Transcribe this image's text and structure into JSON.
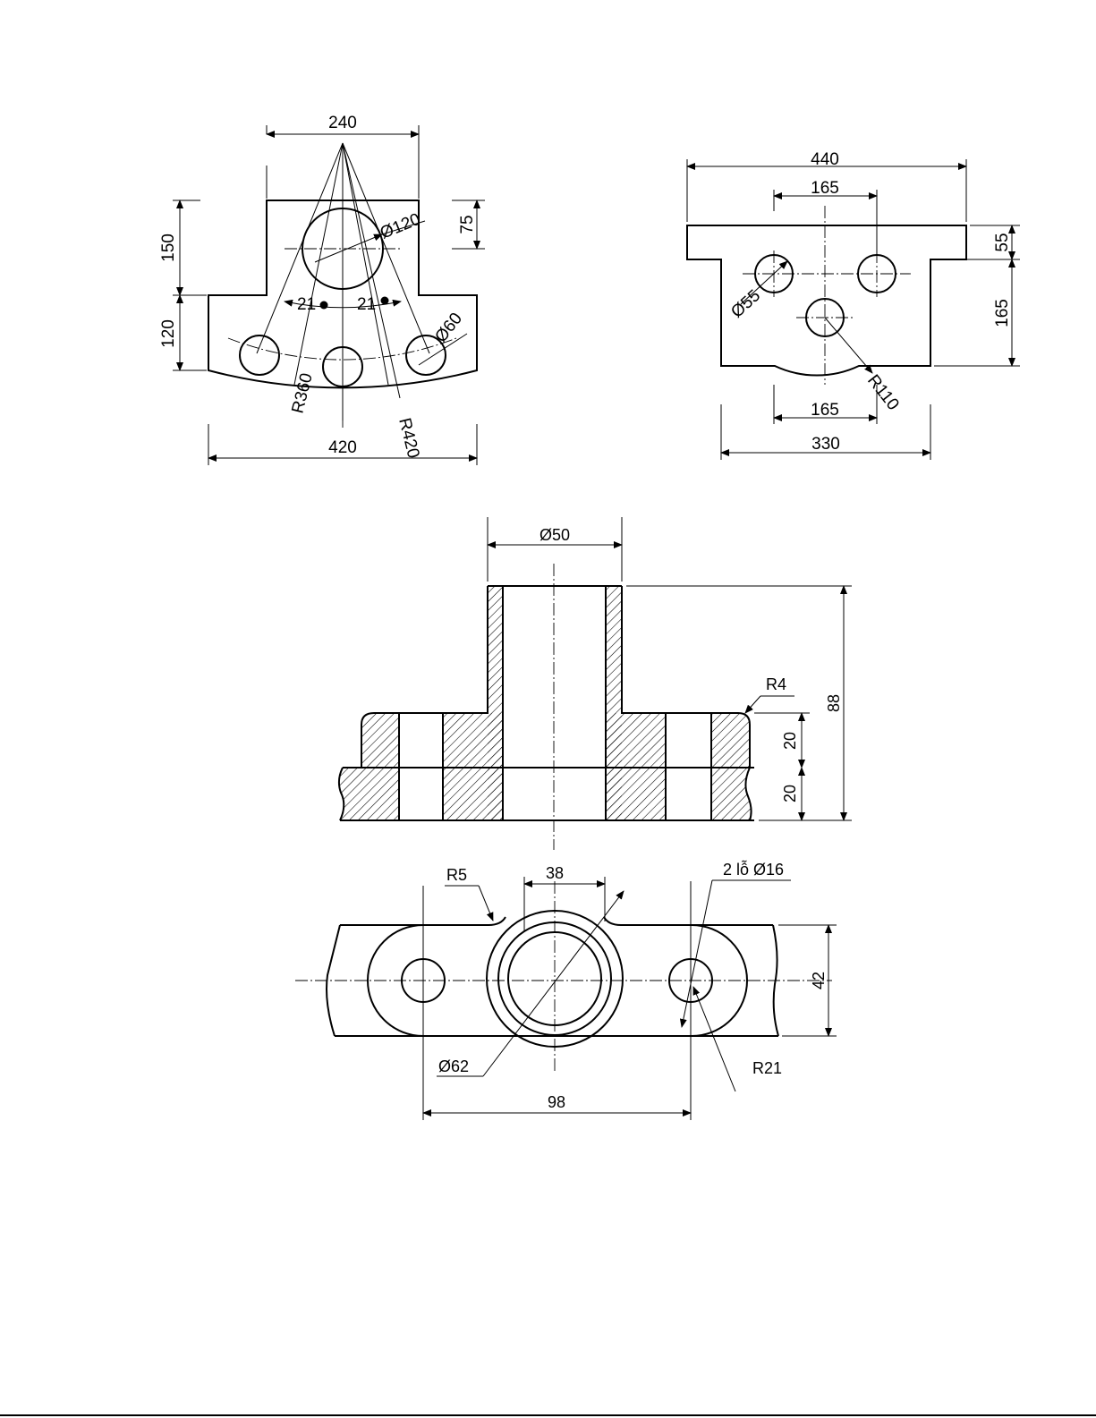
{
  "drawing1": {
    "dims": {
      "top_width": "240",
      "upper_height": "150",
      "lower_height": "120",
      "hole_offset": "75",
      "big_hole": "Ø120",
      "small_hole": "Ø60",
      "spacing_left": "21",
      "spacing_right": "21",
      "inner_radius": "R360",
      "outer_radius": "R420",
      "bottom_width": "420"
    }
  },
  "drawing2": {
    "dims": {
      "overall_width": "440",
      "hole_spacing_top": "165",
      "flange_height": "55",
      "body_height": "165",
      "hole_dia": "Ø55",
      "arc_radius": "R110",
      "arc_chord": "165",
      "body_width": "330"
    }
  },
  "drawing3": {
    "section": {
      "bore_dia": "Ø50",
      "fillet": "R4",
      "total_height": "88",
      "boss_height": "20",
      "plate_height": "20"
    },
    "plan": {
      "fillet": "R5",
      "boss_width": "38",
      "holes_note": "2 lỗ Ø16",
      "plate_width": "42",
      "boss_dia": "Ø62",
      "end_radius": "R21",
      "hole_spacing": "98"
    }
  }
}
